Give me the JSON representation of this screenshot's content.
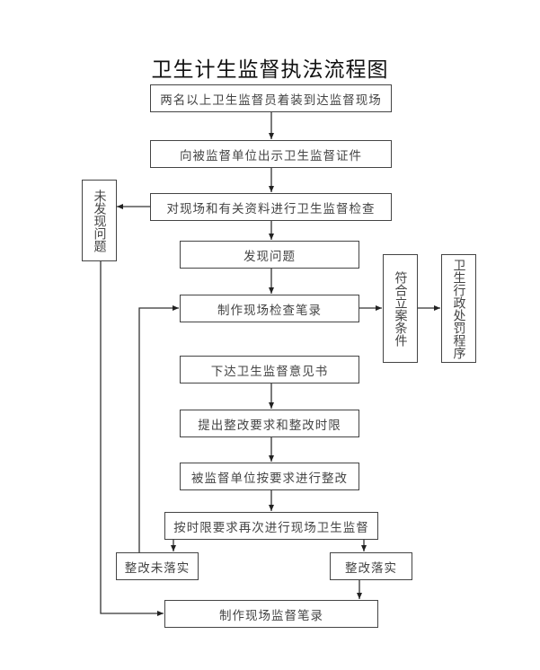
{
  "title": "卫生计生监督执法流程图",
  "nodes": {
    "arrive": "两名以上卫生监督员着装到达监督现场",
    "show_id": "向被监督单位出示卫生监督证件",
    "inspect": "对现场和有关资料进行卫生监督检查",
    "no_problem": "未发现问题",
    "problem_found": "发现问题",
    "record": "制作现场检查笔录",
    "case_criteria": "符合立案条件",
    "penalty": "卫生行政处罚程序",
    "opinion": "下达卫生监督意见书",
    "requirements": "提出整改要求和整改时限",
    "rectify": "被监督单位按要求进行整改",
    "recheck": "按时限要求再次进行现场卫生监督",
    "not_done": "整改未落实",
    "done": "整改落实",
    "final_record": "制作现场监督笔录"
  }
}
